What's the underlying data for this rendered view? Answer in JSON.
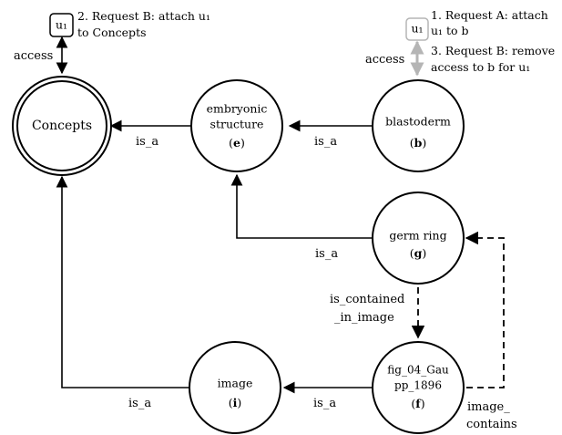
{
  "nodes": {
    "concepts": {
      "line1": "Concepts"
    },
    "embryonic": {
      "line1": "embryonic",
      "line2": "structure",
      "id": "e"
    },
    "blastoderm": {
      "line1": "blastoderm",
      "id": "b"
    },
    "germ_ring": {
      "line1": "germ ring",
      "id": "g"
    },
    "image": {
      "line1": "image",
      "id": "i"
    },
    "figure": {
      "line1": "fig_04_Gau",
      "line2": "pp_1896",
      "id": "f"
    }
  },
  "edge_labels": {
    "is_a_embryonic_concepts": "is_a",
    "is_a_blastoderm_embryonic": "is_a",
    "is_a_germring_embryonic": "is_a",
    "is_a_figure_image": "is_a",
    "is_a_image_concepts": "is_a",
    "is_contained_line1": "is_contained",
    "is_contained_line2": "_in_image",
    "image_contains_line1": "image_",
    "image_contains_line2": "contains",
    "access_left": "access",
    "access_right": "access"
  },
  "users": {
    "left": {
      "text": "u₁"
    },
    "right": {
      "text": "u₁"
    }
  },
  "notes": {
    "left_line1": "2. Request B: attach u₁",
    "left_line2": "to Concepts",
    "right_line1": "1. Request A: attach",
    "right_line2": "u₁ to b",
    "right_line3": "3. Request B: remove",
    "right_line4": "access to b for u₁"
  },
  "colors": {
    "line": "#000000",
    "revoked_access": "#b5b5b5",
    "background": "#ffffff"
  }
}
